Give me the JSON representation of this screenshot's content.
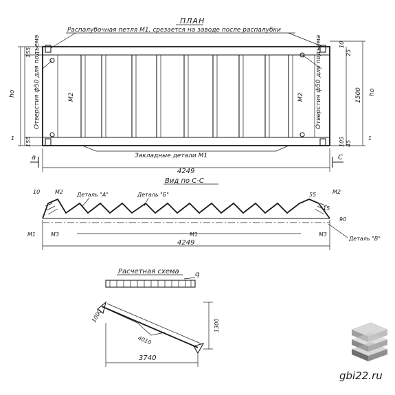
{
  "plan": {
    "title": "ПЛАН",
    "loop_note": "Распалубочная петля М1, срезается на заводе после распалубки",
    "hole_left": "Отверстия ф50 для подъема",
    "hole_right": "Отверстия ф50 для подъема",
    "embedded_parts": "Закладные детали М1",
    "mark_m2_left": "М2",
    "mark_m2_right": "М2",
    "length": "4249",
    "height": "1500",
    "dim_top_left": "155",
    "dim_bottom_left": "155",
    "dim_top_right": "10",
    "dim_bottom_right": "105",
    "dim_side_left_top": "hо",
    "dim_side_right": "hо",
    "dim_small_right_top": "25",
    "dim_small_right_bottom": "45",
    "section_left": "а",
    "section_right": "С",
    "index_left": "1",
    "index_right": "1"
  },
  "view": {
    "title": "Вид по С-С",
    "detail_a": "Деталь \"А\"",
    "detail_b": "Деталь \"Б\"",
    "detail_v": "Деталь \"В\"",
    "mark_m1_left": "М1",
    "mark_m1_center": "М1",
    "mark_m2_left": "М2",
    "mark_m2_right": "М2",
    "mark_m3_left": "М3",
    "mark_m3_right": "М3",
    "length": "4249",
    "dim_left": "10",
    "dim_right": "55",
    "dim_small": "15",
    "dim_angle": "90"
  },
  "scheme": {
    "title": "Расчетная схема",
    "q_label": "q",
    "span": "3740",
    "diag": "4010",
    "height": "1300",
    "small_dim": "1000"
  },
  "logo": {
    "site": "gbi22.ru",
    "colors": {
      "top": "#d9d9d9",
      "mid": "#9e9e9e",
      "bottom": "#6f6f6f"
    }
  }
}
